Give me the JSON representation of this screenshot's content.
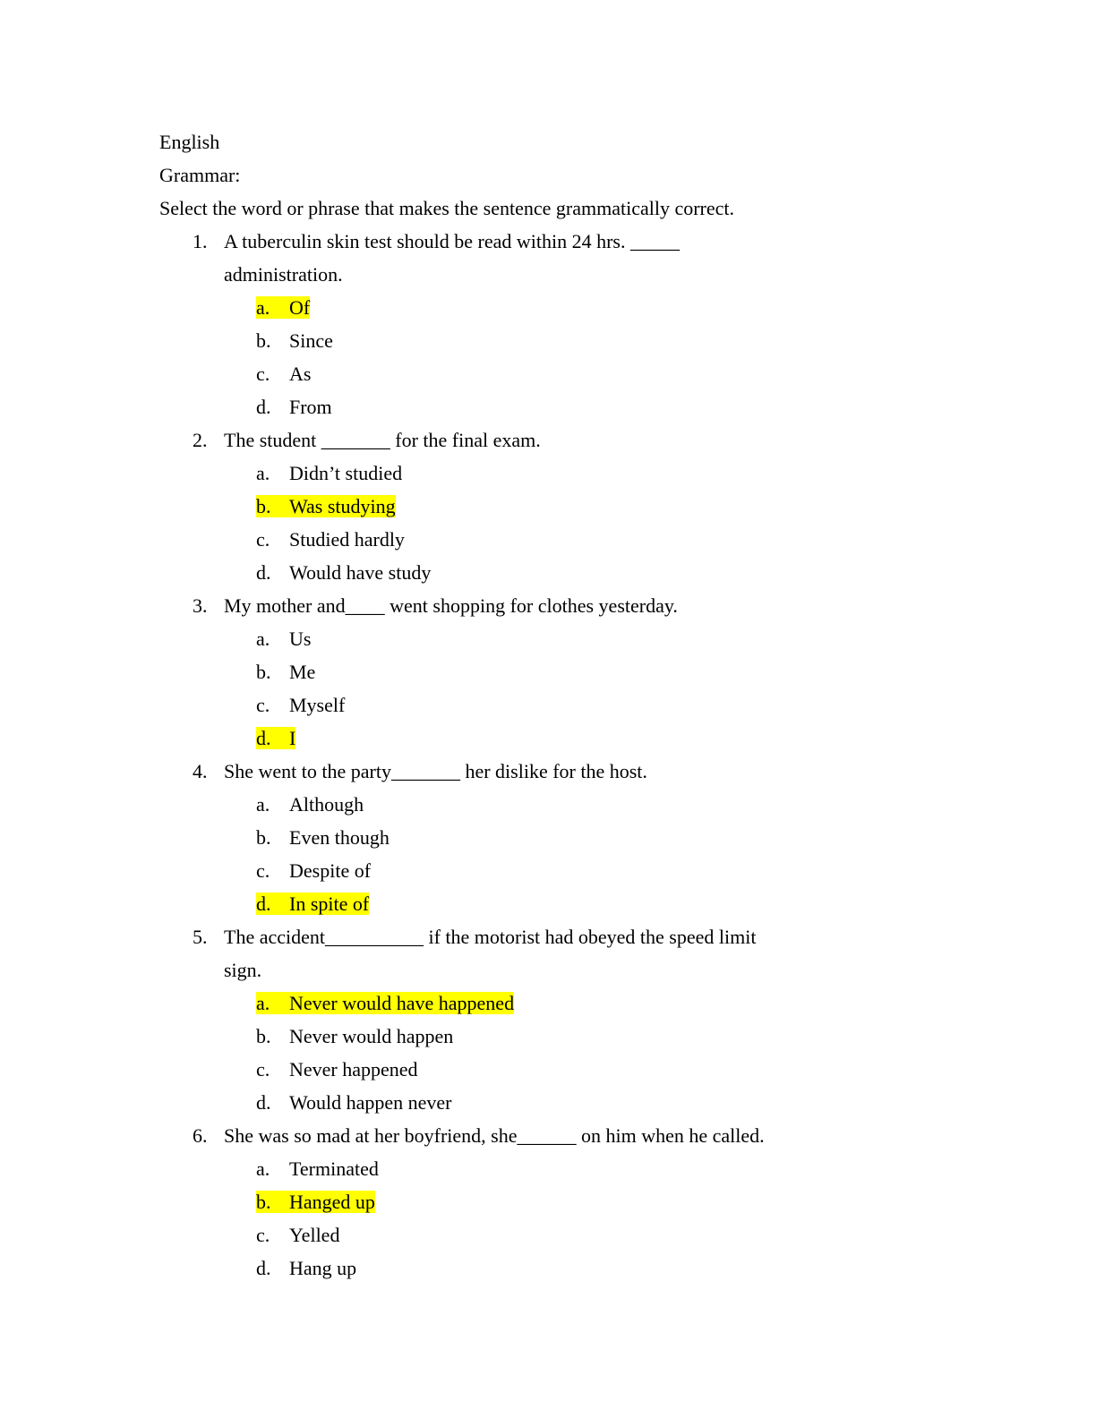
{
  "header": {
    "line1": "English",
    "line2": "Grammar:",
    "instructions": "Select the word or phrase that makes the sentence grammatically correct."
  },
  "highlight_color": "#ffff00",
  "questions": [
    {
      "number": "1.",
      "text": "A tuberculin skin test should be read within 24 hrs. _____\nadministration.",
      "options": [
        {
          "letter": "a.",
          "label": "Of",
          "highlighted": true
        },
        {
          "letter": "b.",
          "label": "Since",
          "highlighted": false
        },
        {
          "letter": "c.",
          "label": "As",
          "highlighted": false
        },
        {
          "letter": "d.",
          "label": "From",
          "highlighted": false
        }
      ]
    },
    {
      "number": "2.",
      "text": "The student _______ for the final exam.",
      "options": [
        {
          "letter": "a.",
          "label": "Didn’t studied",
          "highlighted": false
        },
        {
          "letter": "b.",
          "label": "Was studying",
          "highlighted": true
        },
        {
          "letter": "c.",
          "label": "Studied hardly",
          "highlighted": false
        },
        {
          "letter": "d.",
          "label": "Would have study",
          "highlighted": false
        }
      ]
    },
    {
      "number": "3.",
      "text": "My mother and____ went shopping for clothes yesterday.",
      "options": [
        {
          "letter": "a.",
          "label": "Us",
          "highlighted": false
        },
        {
          "letter": "b.",
          "label": "Me",
          "highlighted": false
        },
        {
          "letter": "c.",
          "label": "Myself",
          "highlighted": false
        },
        {
          "letter": "d.",
          "label": "I",
          "highlighted": true
        }
      ]
    },
    {
      "number": "4.",
      "text": "She went to the party_______ her dislike for the host.",
      "options": [
        {
          "letter": "a.",
          "label": "Although",
          "highlighted": false
        },
        {
          "letter": "b.",
          "label": "Even though",
          "highlighted": false
        },
        {
          "letter": "c.",
          "label": "Despite of",
          "highlighted": false
        },
        {
          "letter": "d.",
          "label": "In spite of",
          "highlighted": true
        }
      ]
    },
    {
      "number": "5.",
      "text": "The accident__________ if the motorist had obeyed the speed limit\nsign.",
      "options": [
        {
          "letter": "a.",
          "label": "Never would have happened",
          "highlighted": true
        },
        {
          "letter": "b.",
          "label": "Never would happen",
          "highlighted": false
        },
        {
          "letter": "c.",
          "label": "Never happened",
          "highlighted": false
        },
        {
          "letter": "d.",
          "label": "Would happen never",
          "highlighted": false
        }
      ]
    },
    {
      "number": "6.",
      "text": "She was so mad at her boyfriend, she______ on him when he called.",
      "options": [
        {
          "letter": "a.",
          "label": "Terminated",
          "highlighted": false
        },
        {
          "letter": "b.",
          "label": "Hanged up",
          "highlighted": true
        },
        {
          "letter": "c.",
          "label": "Yelled",
          "highlighted": false
        },
        {
          "letter": "d.",
          "label": "Hang up",
          "highlighted": false
        }
      ]
    }
  ]
}
